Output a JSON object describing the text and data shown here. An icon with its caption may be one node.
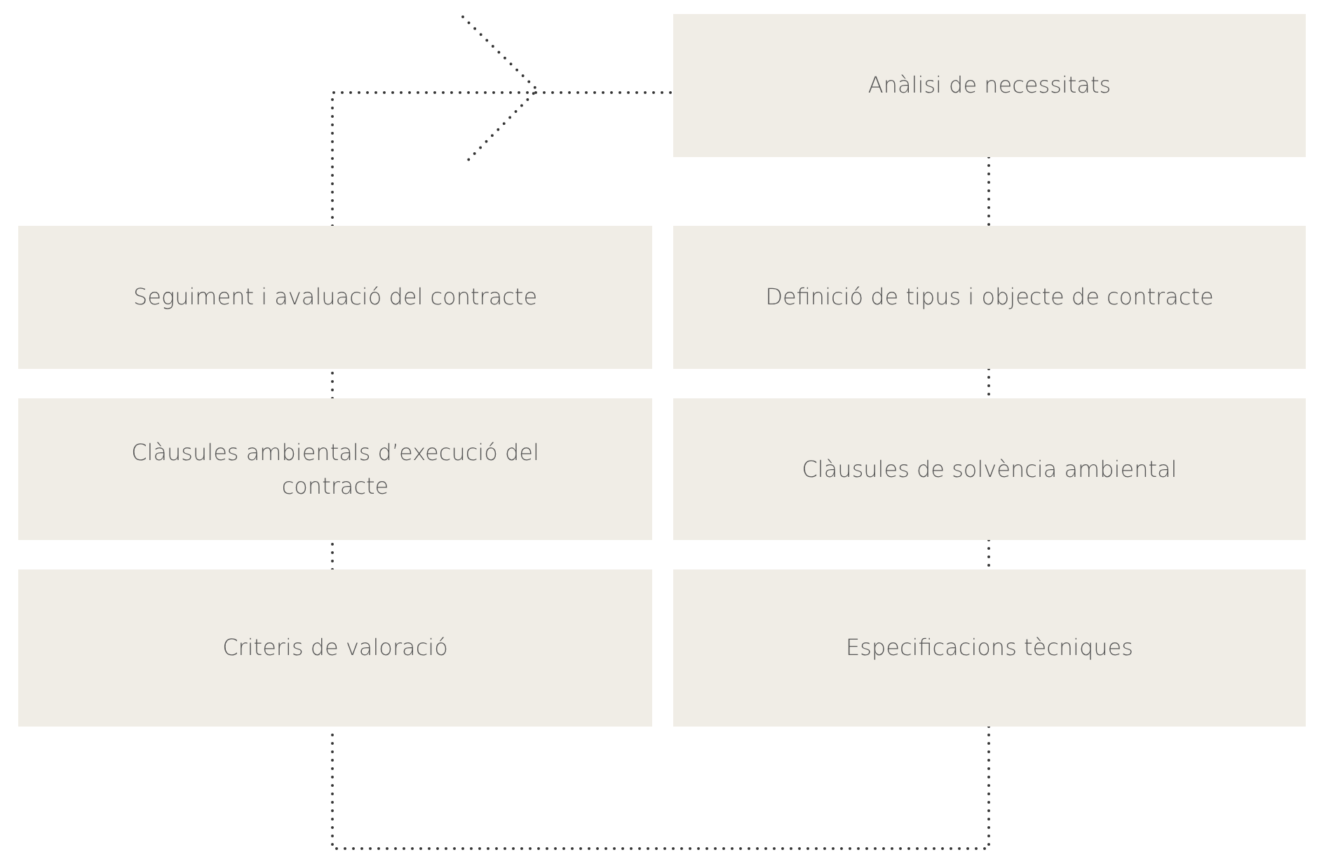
{
  "diagram": {
    "nodes": [
      {
        "text": [
          "Anàlisi de necessitats"
        ]
      },
      {
        "text": [
          "Seguiment i avaluació del contracte"
        ]
      },
      {
        "text": [
          "Definició de tipus i objecte de contracte"
        ]
      },
      {
        "text": [
          "Clàusules ambientals d’execució del contracte"
        ]
      },
      {
        "text": [
          "Clàusules de solvència ambiental"
        ]
      },
      {
        "text": [
          "Criteris de valoració"
        ]
      },
      {
        "text": [
          "Especificacions tècniques"
        ]
      }
    ],
    "edges": [
      {
        "from": 0,
        "to": 2,
        "arrow": "none"
      },
      {
        "from": 2,
        "to": 4,
        "arrow": "none"
      },
      {
        "from": 4,
        "to": 6,
        "arrow": "none"
      },
      {
        "from": 6,
        "to": 5,
        "arrow": "none"
      },
      {
        "from": 5,
        "to": 3,
        "arrow": "none"
      },
      {
        "from": 3,
        "to": 1,
        "arrow": "none"
      },
      {
        "from": 1,
        "to": 0,
        "arrow": "to"
      }
    ]
  }
}
